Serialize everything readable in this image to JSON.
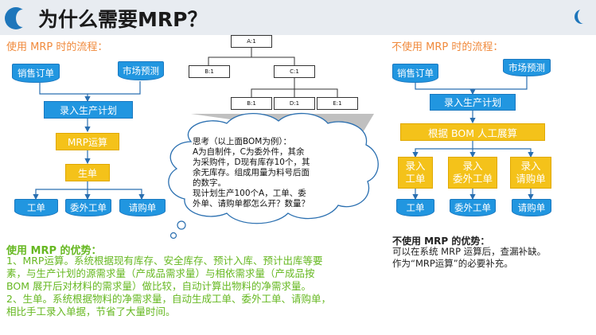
{
  "header": {
    "title": "为什么需要MRP？"
  },
  "left": {
    "caption": "使用 MRP 时的流程：",
    "sales_order": "销售订单",
    "market_forecast": "市场预测",
    "enter_plan": "录入生产计划",
    "mrp_calc": "MRP运算",
    "generate": "生单",
    "work_order": "工单",
    "outsource_order": "委外工单",
    "purchase_request": "请购单"
  },
  "bom": {
    "a": "A:1",
    "b": "B:1",
    "c": "C:1",
    "b2": "B:1",
    "d": "D:1",
    "e": "E:1"
  },
  "cloud": {
    "lines": [
      "思考（以上面BOM为例）：",
      "A为自制件，C为委外件，其余",
      "为采购件，D现有库存10个，其",
      "余无库存。组成用量为料号后面",
      "的数字。",
      "现计划生产100个A，工单、委",
      "外单、请购单都怎么开？数量？"
    ]
  },
  "right": {
    "caption": "不使用 MRP 时的流程：",
    "sales_order": "销售订单",
    "market_forecast": "市场预测",
    "enter_plan": "录入生产计划",
    "manual_expand": "根据 BOM 人工展算",
    "enter_work_1": "录入",
    "enter_work_2": "工单",
    "enter_out_1": "录入",
    "enter_out_2": "委外工单",
    "enter_req_1": "录入",
    "enter_req_2": "请购单",
    "work_order": "工单",
    "outsource_order": "委外工单",
    "purchase_request": "请购单"
  },
  "advantage_left": {
    "title": "使用 MRP 的优势：",
    "lines": [
      "1、MRP运算。系统根据现有库存、安全库存、预计入库、预计出库等要",
      "素，与生产计划的源需求量（产成品需求量）与相依需求量（产成品按",
      "BOM 展开后对材料的需求量）做比较，自动计算出物料的净需求量。",
      "2、生单。系统根据物料的净需求量，自动生成工单、委外工单、请购单，",
      "相比手工录入单据，节省了大量时间。"
    ]
  },
  "advantage_right": {
    "title": "不使用 MRP 的优势：",
    "lines": [
      "可以在系统 MRP 运算后，查漏补缺。",
      "作为“MRP运算”的必要补充。"
    ]
  },
  "colors": {
    "blue": "#2196e0",
    "yellow": "#f4c21a",
    "green": "#66b821",
    "orange": "#f08a3c"
  }
}
